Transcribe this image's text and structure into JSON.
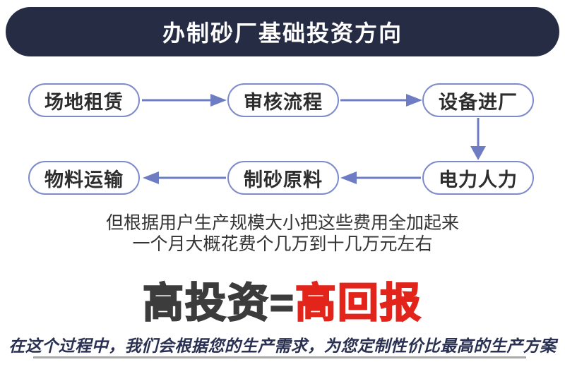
{
  "colors": {
    "banner-bg": "#262c44",
    "banner-text": "#ffffff",
    "box-border": "#7e8bcb",
    "arrow": "#6e7dc3",
    "box-text": "#2d2d2d",
    "body-text": "#333333",
    "slogan-dark": "#3c3c3c",
    "slogan-red": "#e2241b",
    "footer-text": "#2a3051",
    "underline": "#aaaaaa"
  },
  "header": {
    "title": "办制砂厂基础投资方向"
  },
  "flow": {
    "boxes": [
      {
        "label": "场地租赁"
      },
      {
        "label": "审核流程"
      },
      {
        "label": "设备进厂"
      },
      {
        "label": "物料运输"
      },
      {
        "label": "制砂原料"
      },
      {
        "label": "电力人力"
      }
    ]
  },
  "description": {
    "line1": "但根据用户生产规模大小把这些费用全加起来",
    "line2": "一个月大概花费个几万到十几万元左右"
  },
  "slogan": {
    "dark": "高投资=",
    "red": "高回报"
  },
  "footer": {
    "text": "在这个过程中，我们会根据您的生产需求，为您定制性价比最高的生产方案"
  }
}
